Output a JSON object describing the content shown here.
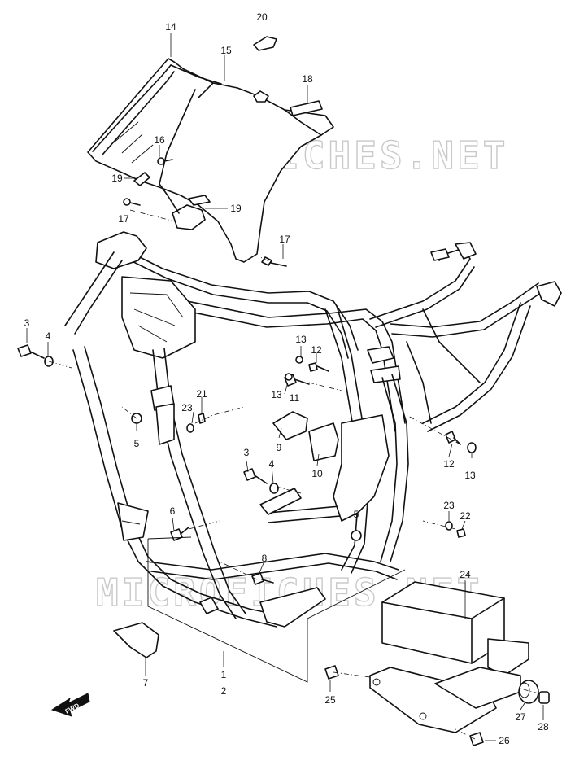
{
  "watermark": "MICROFICHES.NET",
  "fwd_label": "FWD",
  "callouts": [
    {
      "key": "c20",
      "text": "20"
    },
    {
      "key": "c14",
      "text": "14"
    },
    {
      "key": "c15",
      "text": "15"
    },
    {
      "key": "c18",
      "text": "18"
    },
    {
      "key": "c16",
      "text": "16"
    },
    {
      "key": "c19a",
      "text": "19"
    },
    {
      "key": "c19b",
      "text": "19"
    },
    {
      "key": "c17a",
      "text": "17"
    },
    {
      "key": "c17b",
      "text": "17"
    },
    {
      "key": "c3a",
      "text": "3"
    },
    {
      "key": "c4a",
      "text": "4"
    },
    {
      "key": "c13a",
      "text": "13"
    },
    {
      "key": "c12a",
      "text": "12"
    },
    {
      "key": "c13b",
      "text": "13"
    },
    {
      "key": "c11",
      "text": "11"
    },
    {
      "key": "c21",
      "text": "21"
    },
    {
      "key": "c23a",
      "text": "23"
    },
    {
      "key": "c5a",
      "text": "5"
    },
    {
      "key": "c9",
      "text": "9"
    },
    {
      "key": "c10",
      "text": "10"
    },
    {
      "key": "c12b",
      "text": "12"
    },
    {
      "key": "c13c",
      "text": "13"
    },
    {
      "key": "c3b",
      "text": "3"
    },
    {
      "key": "c4b",
      "text": "4"
    },
    {
      "key": "c6",
      "text": "6"
    },
    {
      "key": "c5b",
      "text": "5"
    },
    {
      "key": "c23b",
      "text": "23"
    },
    {
      "key": "c22",
      "text": "22"
    },
    {
      "key": "c8",
      "text": "8"
    },
    {
      "key": "c24",
      "text": "24"
    },
    {
      "key": "c7",
      "text": "7"
    },
    {
      "key": "c1",
      "text": "1"
    },
    {
      "key": "c2",
      "text": "2"
    },
    {
      "key": "c25",
      "text": "25"
    },
    {
      "key": "c27",
      "text": "27"
    },
    {
      "key": "c28",
      "text": "28"
    },
    {
      "key": "c26",
      "text": "26"
    }
  ]
}
